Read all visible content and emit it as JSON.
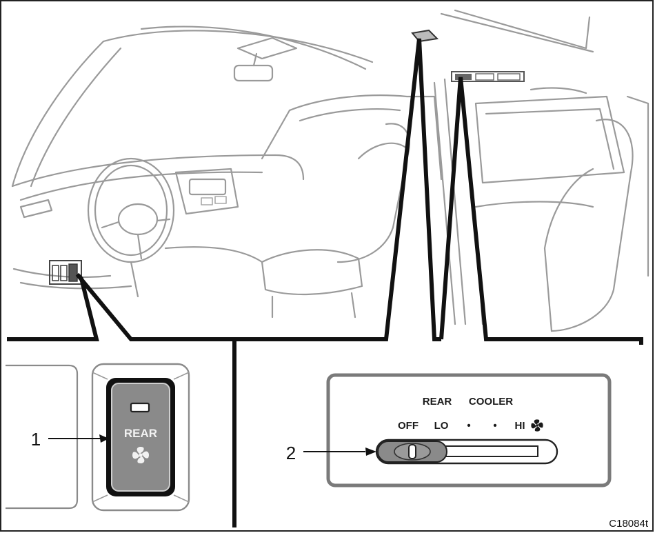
{
  "callouts": {
    "switch_number": "1",
    "slider_number": "2"
  },
  "rear_switch": {
    "label": "REAR",
    "fan_icon": "fan-icon"
  },
  "rear_cooler_panel": {
    "title_left": "REAR",
    "title_right": "COOLER",
    "positions": [
      "OFF",
      "LO",
      "•",
      "•",
      "HI"
    ],
    "hi_fan_icon": "fan-icon",
    "selected_position": "OFF"
  },
  "figure_code": "C18084t",
  "colors": {
    "line_art": "#9a9a9a",
    "frame": "#111111",
    "switch_fill": "#8a8a8a",
    "panel_border": "#7a7a7a"
  }
}
